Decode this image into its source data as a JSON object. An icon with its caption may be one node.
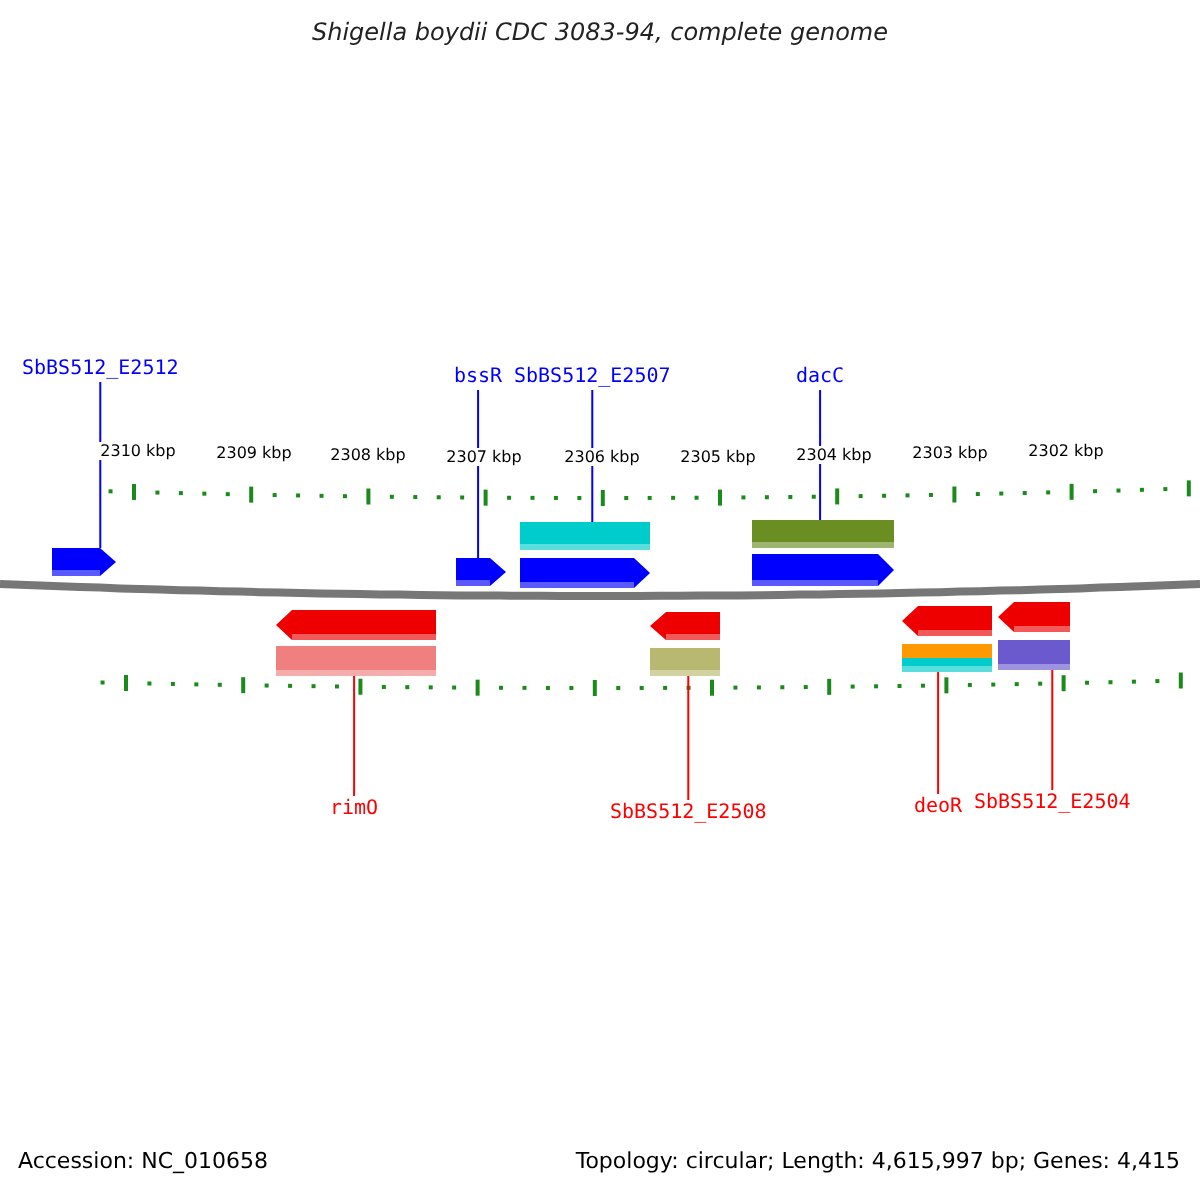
{
  "diagram": {
    "title": "Shigella boydii CDC 3083-94, complete genome",
    "nodes": [
      {
        "text": [
          "SbBS512_E2512"
        ]
      },
      {
        "text": [
          "bssR"
        ]
      },
      {
        "text": [
          "SbBS512_E2507"
        ]
      },
      {
        "text": [
          "dacC"
        ]
      },
      {
        "text": [
          "rimO"
        ]
      },
      {
        "text": [
          "SbBS512_E2508"
        ]
      },
      {
        "text": [
          "deoR"
        ]
      },
      {
        "text": [
          "SbBS512_E2504"
        ]
      },
      {
        "text": [],
        "shape": "arrow"
      },
      {
        "text": [],
        "shape": "arrow"
      },
      {
        "text": [],
        "shape": "bar"
      },
      {
        "text": [],
        "shape": "arrow"
      },
      {
        "text": [],
        "shape": "bar"
      },
      {
        "text": [],
        "shape": "arrow"
      },
      {
        "text": [],
        "shape": "arrow"
      },
      {
        "text": [],
        "shape": "bar"
      },
      {
        "text": [],
        "shape": "arrow"
      },
      {
        "text": [],
        "shape": "bar"
      },
      {
        "text": [],
        "shape": "arrow"
      },
      {
        "text": [],
        "shape": "bar"
      },
      {
        "text": [],
        "shape": "arrow"
      },
      {
        "text": [],
        "shape": "bar"
      }
    ],
    "edges": [
      {
        "from": 0,
        "to": 8,
        "arrow": "none"
      },
      {
        "from": 1,
        "to": 9,
        "arrow": "none"
      },
      {
        "from": 2,
        "to": 10,
        "arrow": "none"
      },
      {
        "from": 3,
        "to": 12,
        "arrow": "none"
      },
      {
        "from": 4,
        "to": 15,
        "arrow": "none",
        "color": "#ff0000"
      },
      {
        "from": 5,
        "to": 17,
        "arrow": "none",
        "color": "#ff0000"
      },
      {
        "from": 6,
        "to": 19,
        "arrow": "none",
        "color": "#ff0000"
      },
      {
        "from": 7,
        "to": 21,
        "arrow": "none",
        "color": "#ff0000"
      }
    ],
    "labels": [
      "2310 kbp",
      "2309 kbp",
      "2308 kbp",
      "2307 kbp",
      "2306 kbp",
      "2305 kbp",
      "2304 kbp",
      "2303 kbp",
      "2302 kbp",
      "Accession: NC_010658",
      "Topology: circular; Length: 4,615,997 bp; Genes: 4,415"
    ]
  }
}
